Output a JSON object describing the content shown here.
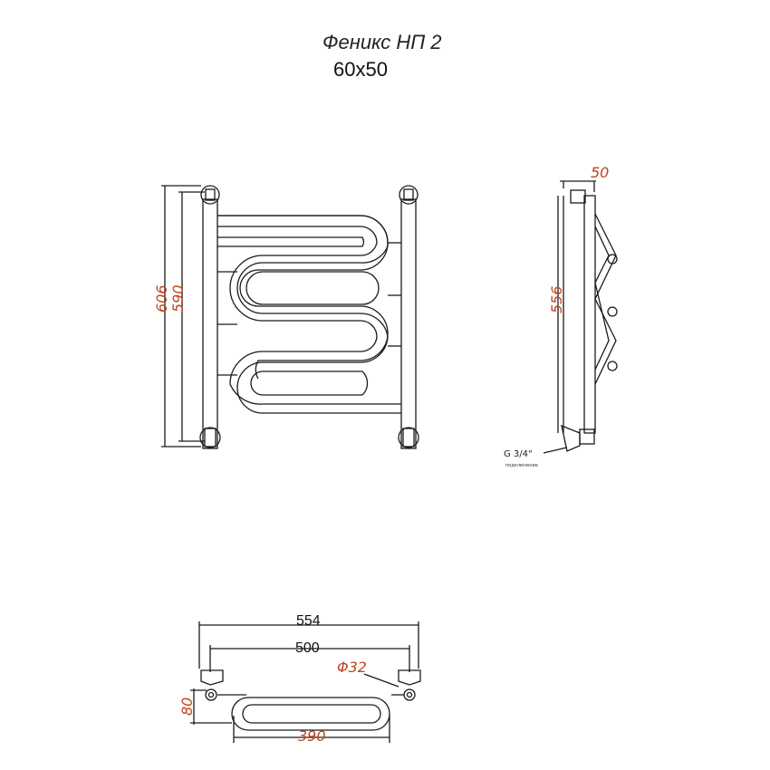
{
  "title": "Феникс НП 2",
  "subtitle": "60x50",
  "front_view": {
    "overall_height": "606",
    "center_height": "590"
  },
  "side_view": {
    "depth": "50",
    "height": "556",
    "thread": "G 3/4\"",
    "thread_note": "подключение"
  },
  "top_view": {
    "overall_width": "554",
    "center_width": "500",
    "pipe_diameter": "Φ32",
    "wall_offset": "80",
    "coil_width": "390"
  },
  "colors": {
    "line": "#1a1a1a",
    "dimension_accent": "#c0441f"
  }
}
